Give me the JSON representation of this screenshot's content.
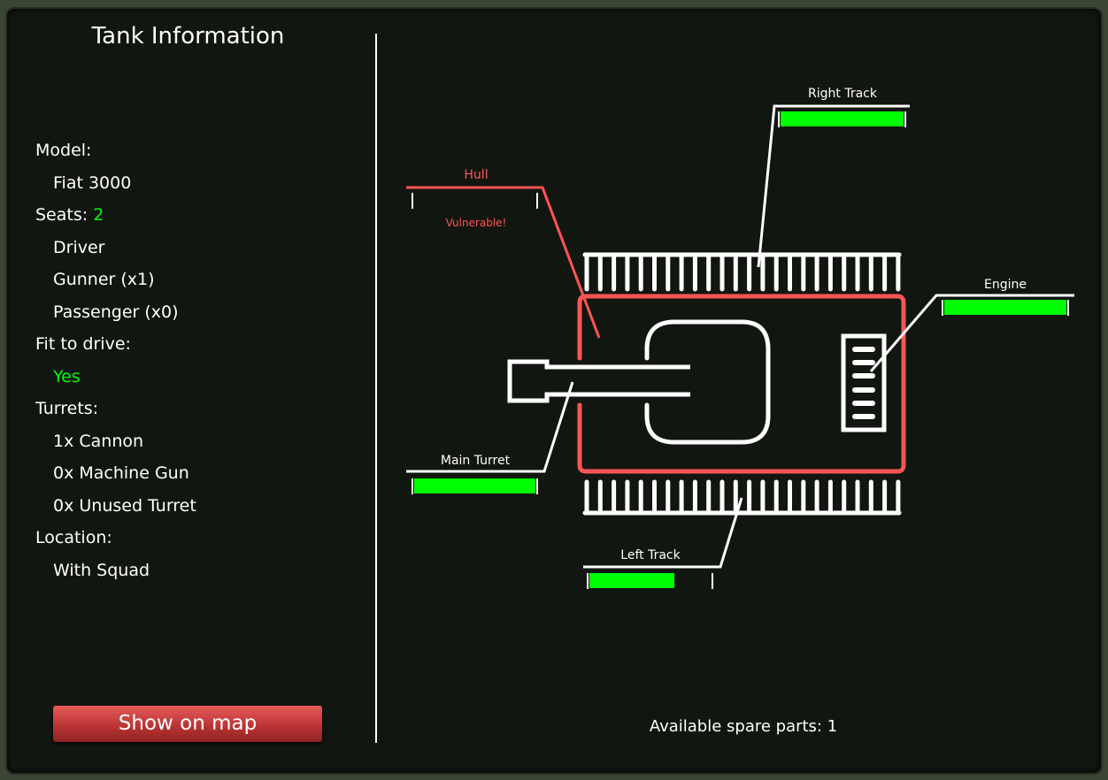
{
  "title": "Tank Information",
  "info": {
    "model_label": "Model:",
    "model": "Fiat 3000",
    "seats_label": "Seats:",
    "seats": "2",
    "seat_list": [
      "Driver",
      "Gunner (x1)",
      "Passenger (x0)"
    ],
    "fit_label": "Fit to drive:",
    "fit": "Yes",
    "turrets_label": "Turrets:",
    "turret_list": [
      "1x Cannon",
      "0x Machine Gun",
      "0x Unused Turret"
    ],
    "location_label": "Location:",
    "location": "With Squad"
  },
  "show_on_map": "Show on map",
  "spare_parts": "Available spare parts: 1",
  "components": {
    "hull": {
      "label": "Hull",
      "status": "Vulnerable!",
      "health": 0
    },
    "right_track": {
      "label": "Right Track",
      "health": 1.0
    },
    "engine": {
      "label": "Engine",
      "health": 1.0
    },
    "main_turret": {
      "label": "Main Turret",
      "health": 1.0
    },
    "left_track": {
      "label": "Left Track",
      "health": 0.7
    }
  },
  "colors": {
    "health": "#00ff00",
    "damaged": "#ff5555",
    "background": "#121610"
  }
}
